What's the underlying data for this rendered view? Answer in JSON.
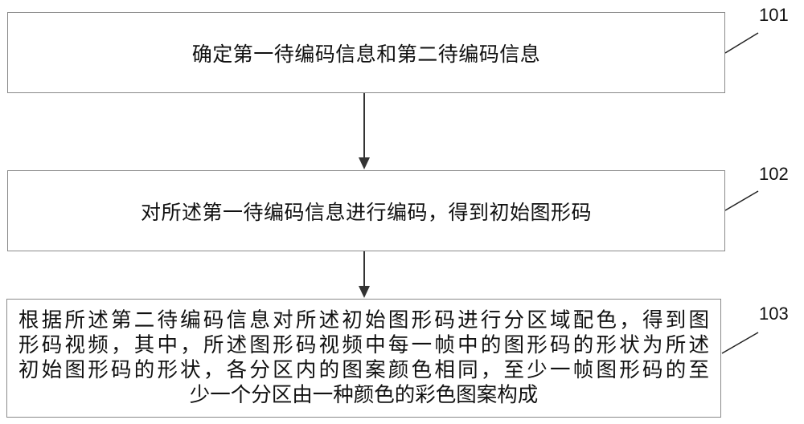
{
  "steps": [
    {
      "label": "101",
      "text": "确定第一待编码信息和第二待编码信息"
    },
    {
      "label": "102",
      "text": "对所述第一待编码信息进行编码，得到初始图形码"
    },
    {
      "label": "103",
      "lines": [
        "根据所述第二待编码信息对所述初始图形码进行分区域配色，得到图",
        "形码视频，其中，所述图形码视频中每一帧中的图形码的形状为所述",
        "初始图形码的形状，各分区内的图案颜色相同，至少一帧图形码的至",
        "少一个分区由一种颜色的彩色图案构成"
      ]
    }
  ]
}
